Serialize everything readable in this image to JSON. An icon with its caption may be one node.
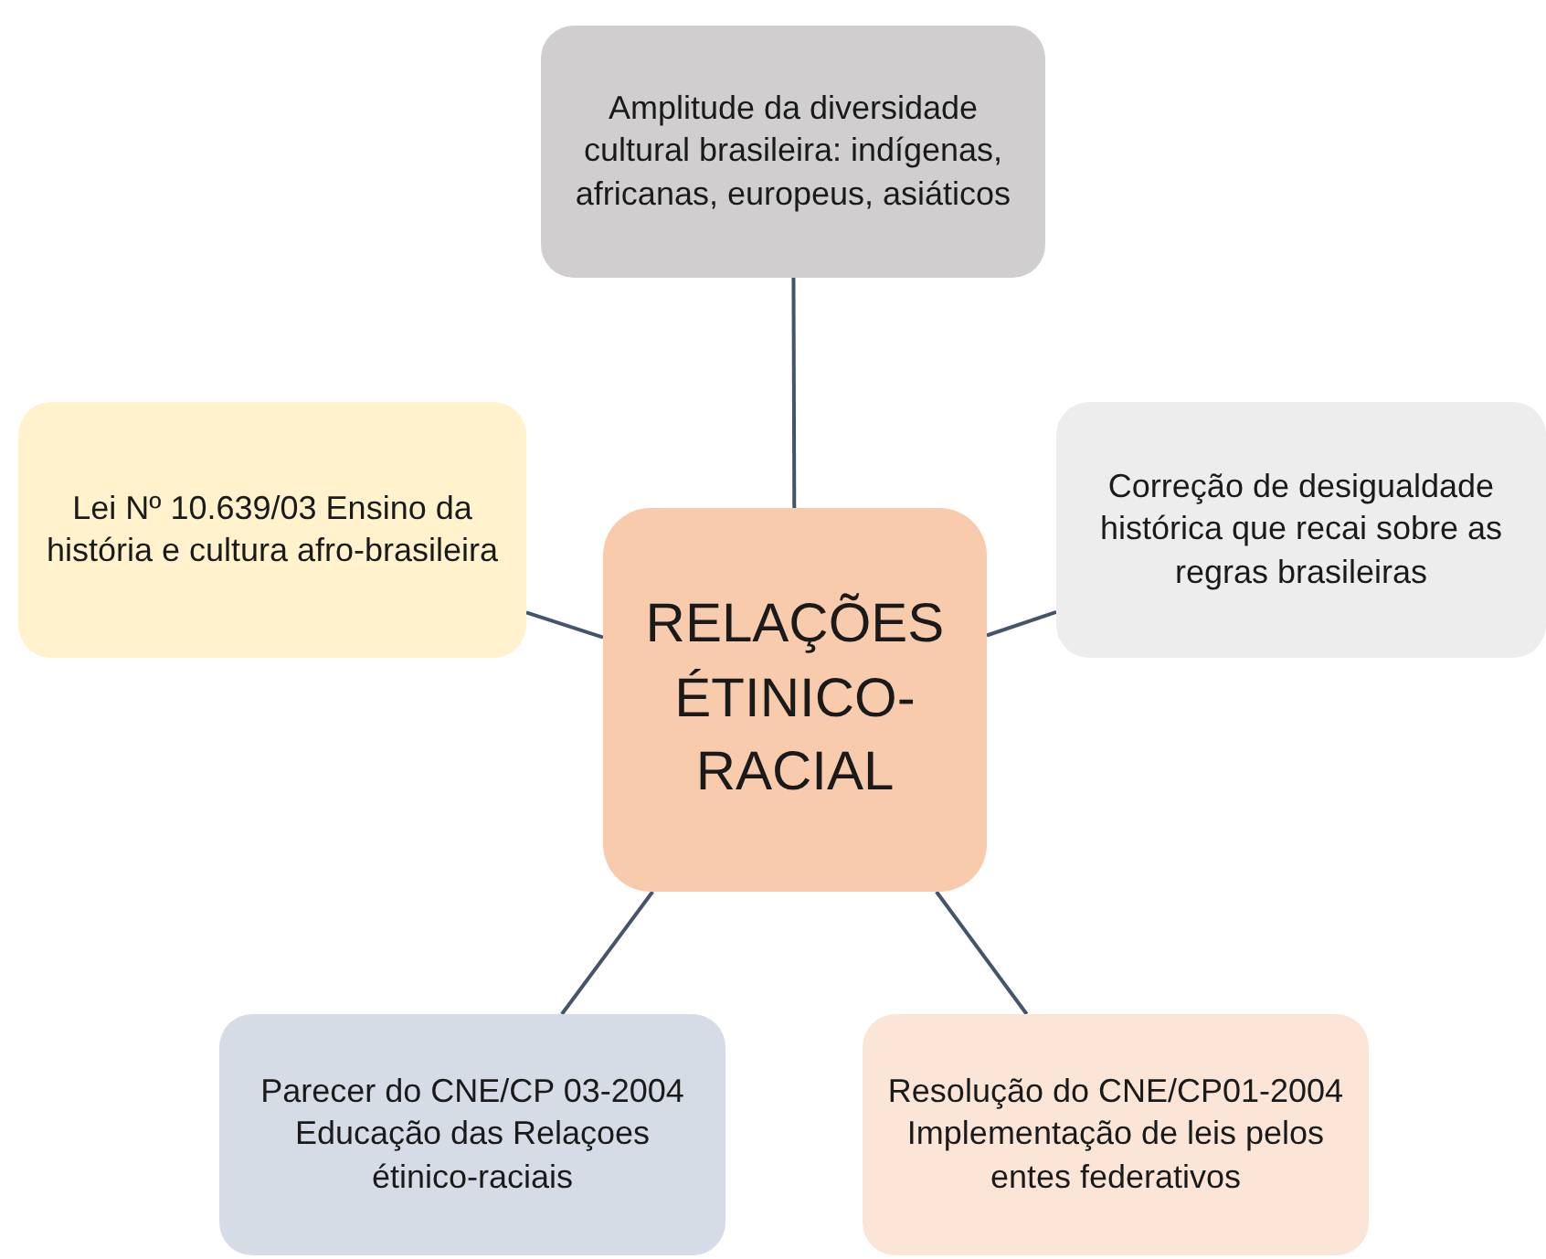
{
  "diagram": {
    "nodes": [
      {
        "text": [
          "Amplitude da diversidade cultural brasileira: indígenas, africanas, europeus, asiáticos"
        ]
      },
      {
        "text": [
          "Lei Nº 10.639/03 Ensino da história e cultura afro-brasileira"
        ]
      },
      {
        "text": [
          "RELAÇÕES ÉTINICO-RACIAL"
        ]
      },
      {
        "text": [
          "Correção de desigualdade histórica que recai sobre as regras brasileiras"
        ]
      },
      {
        "text": [
          "Parecer do CNE/CP 03-2004 Educação das Relaçoes étinico-raciais"
        ]
      },
      {
        "text": [
          "Resolução do CNE/CP01-2004 Implementação de leis pelos entes federativos"
        ]
      }
    ],
    "edges": [
      {
        "from": 2,
        "to": 0,
        "arrow": "none"
      },
      {
        "from": 2,
        "to": 1,
        "arrow": "none"
      },
      {
        "from": 2,
        "to": 3,
        "arrow": "none"
      },
      {
        "from": 2,
        "to": 4,
        "arrow": "none"
      },
      {
        "from": 2,
        "to": 5,
        "arrow": "none"
      }
    ]
  }
}
